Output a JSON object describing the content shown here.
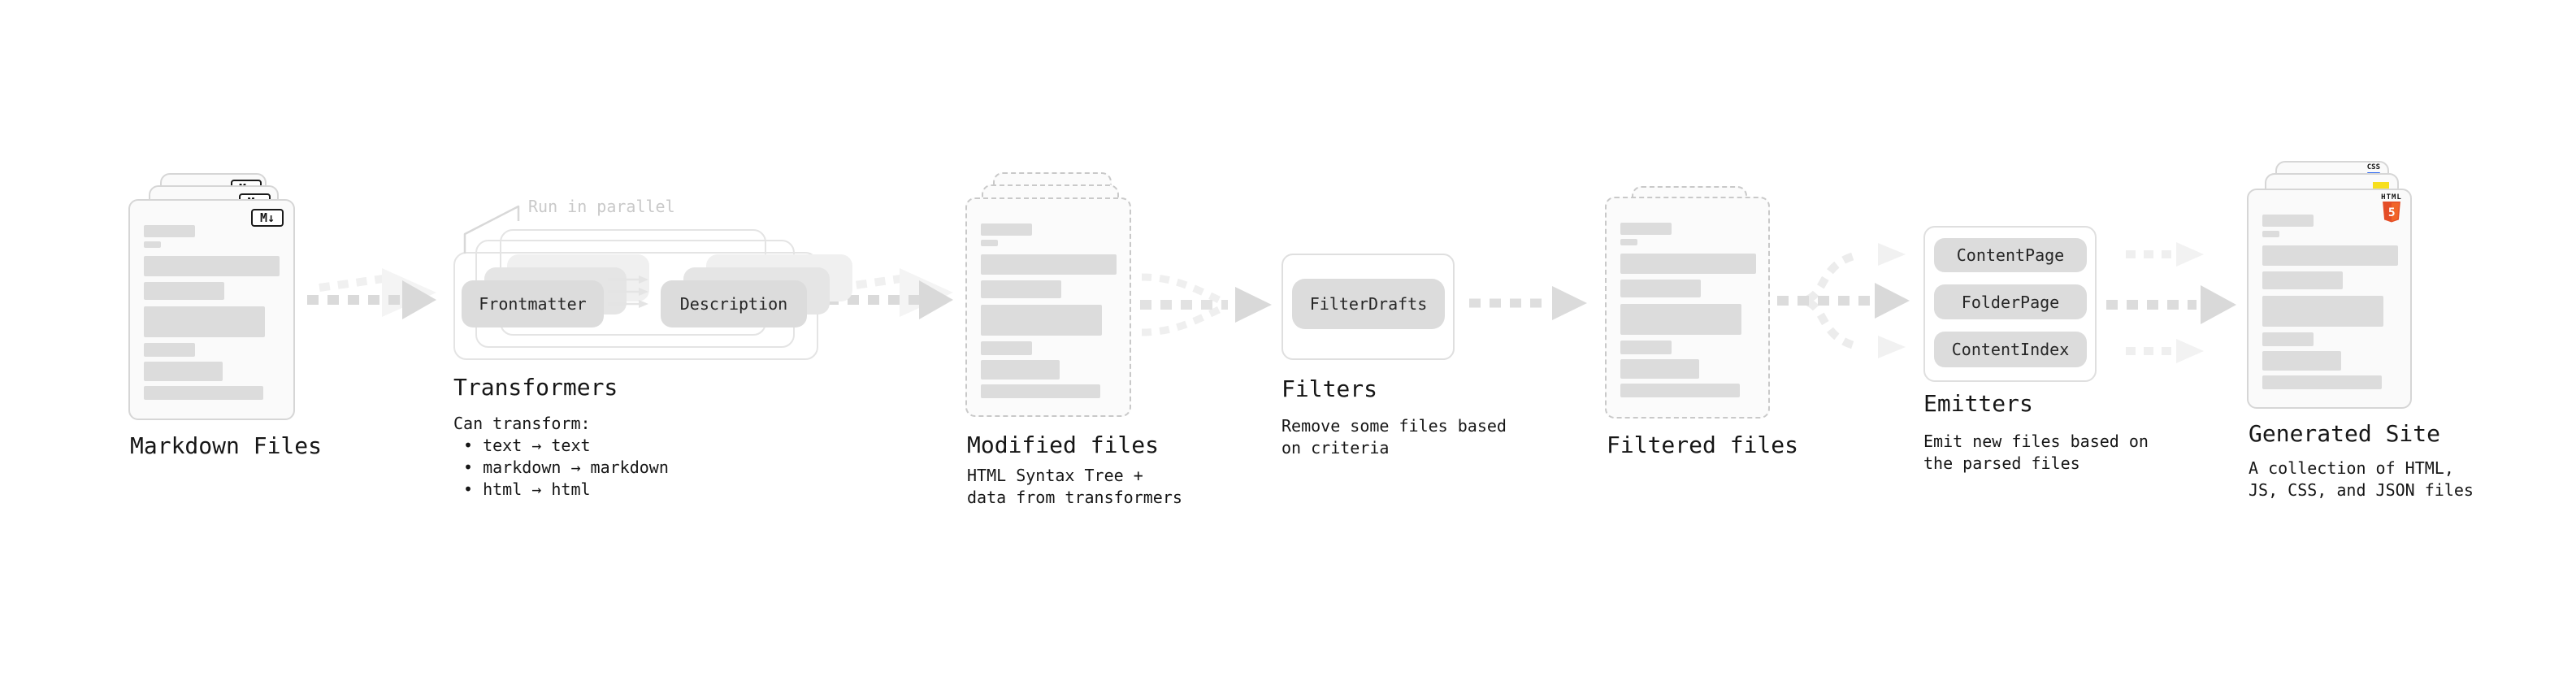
{
  "colors": {
    "ink": "#161616",
    "annotation_gray": "#c9c9c9",
    "html5_shield": "#e44d26",
    "html5_shield_light": "#f16529",
    "js_yellow": "#f7df1e",
    "css_blue": "#2965f1"
  },
  "stages": {
    "markdown": {
      "label": "Markdown Files",
      "icon_badge": "M↓"
    },
    "transformers": {
      "label": "Transformers",
      "annotation": "Run in parallel",
      "pill_left": "Frontmatter",
      "pill_right": "Description",
      "caption_title": "Can transform:",
      "bullets": [
        "• text → text",
        "• markdown → markdown",
        "• html → html"
      ]
    },
    "modified": {
      "label": "Modified files",
      "caption": [
        "HTML Syntax Tree +",
        "data from transformers"
      ]
    },
    "filters": {
      "label": "Filters",
      "pill": "FilterDrafts",
      "caption": [
        "Remove some files based",
        "on criteria"
      ]
    },
    "filtered": {
      "label": "Filtered files"
    },
    "emitters": {
      "label": "Emitters",
      "pills": [
        "ContentPage",
        "FolderPage",
        "ContentIndex"
      ],
      "caption": [
        "Emit new files based on",
        "the parsed files"
      ]
    },
    "generated": {
      "label": "Generated Site",
      "caption": [
        "A collection of HTML,",
        "JS, CSS, and JSON files"
      ],
      "icons": {
        "html_label": "HTML",
        "html_number": "5",
        "css": "CSS"
      }
    }
  }
}
